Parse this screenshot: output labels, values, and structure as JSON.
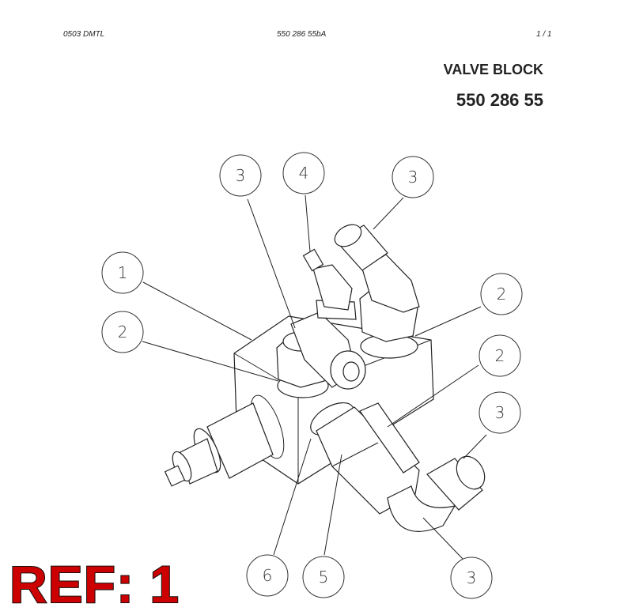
{
  "header": {
    "left": "0503 DMTL",
    "center": "550 286 55bA",
    "page": "1 /   1"
  },
  "title": "VALVE BLOCK",
  "part_number": "550 286 55",
  "ref_label": "REF: 1",
  "balloons": [
    {
      "label": "3"
    },
    {
      "label": "4"
    },
    {
      "label": "3"
    },
    {
      "label": "1"
    },
    {
      "label": "2"
    },
    {
      "label": "2"
    },
    {
      "label": "2"
    },
    {
      "label": "3"
    },
    {
      "label": "6"
    },
    {
      "label": "5"
    },
    {
      "label": "3"
    }
  ]
}
